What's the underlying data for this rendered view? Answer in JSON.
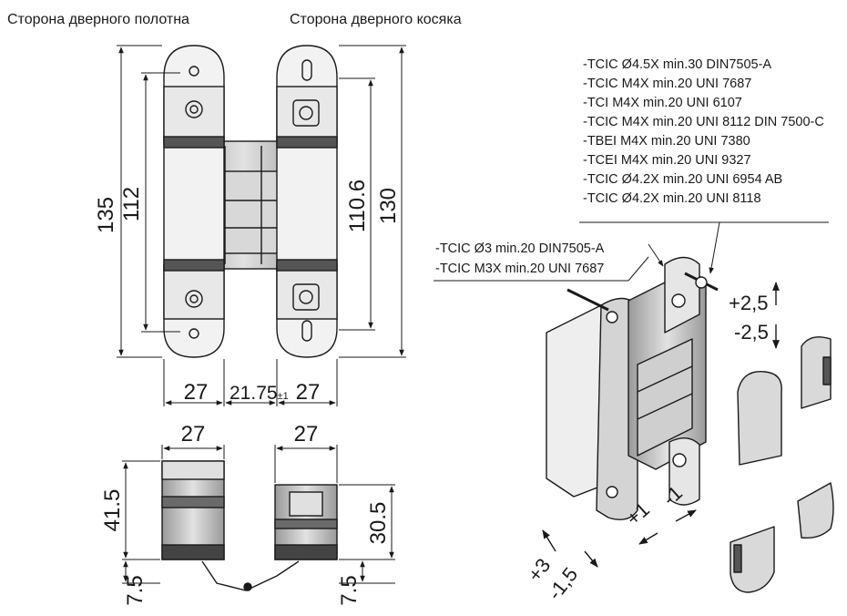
{
  "headers": {
    "leaf_side": "Сторона дверного полотна",
    "frame_side": "Сторона дверного косяка"
  },
  "dimensions": {
    "height_total": "135",
    "height_leaf_holes": "112",
    "height_frame_holes": "110.6",
    "height_frame": "130",
    "width_leaf": "27",
    "gap": "21.75",
    "gap_tolerance": "±1",
    "width_frame": "27",
    "bottom_width_left": "27",
    "bottom_width_right": "27",
    "depth_left": "41.5",
    "depth_right": "30.5",
    "offset_left": "7.5",
    "offset_right": "7.5"
  },
  "screws_large": [
    "-TCIC Ø4.5X min.30 DIN7505-A",
    "-TCIC M4X min.20 UNI 7687",
    "-TCI M4X min.20 UNI 6107",
    "-TCIC M4X min.20 UNI 8112 DIN 7500-C",
    "-TBEI M4X min.20 UNI 7380",
    "-TCEI M4X min.20 UNI 9327",
    "-TCIC Ø4.2X min.20 UNI 6954 AB",
    "-TCIC Ø4.2X min.20 UNI 8118"
  ],
  "screws_small": [
    "-TCIC Ø3 min.20 DIN7505-A",
    "-TCIC M3X min.20 UNI 7687"
  ],
  "adjustments": {
    "vertical_plus": "+2,5",
    "vertical_minus": "-2,5",
    "lateral_plus": "+1",
    "lateral_minus": "-1",
    "depth_plus": "+3",
    "depth_minus": "-1,5"
  },
  "colors": {
    "line": "#1a1a1a",
    "metal": "#c9c9c9",
    "metal_dark": "#8c8c8c",
    "cap": "#d6d6d6"
  }
}
